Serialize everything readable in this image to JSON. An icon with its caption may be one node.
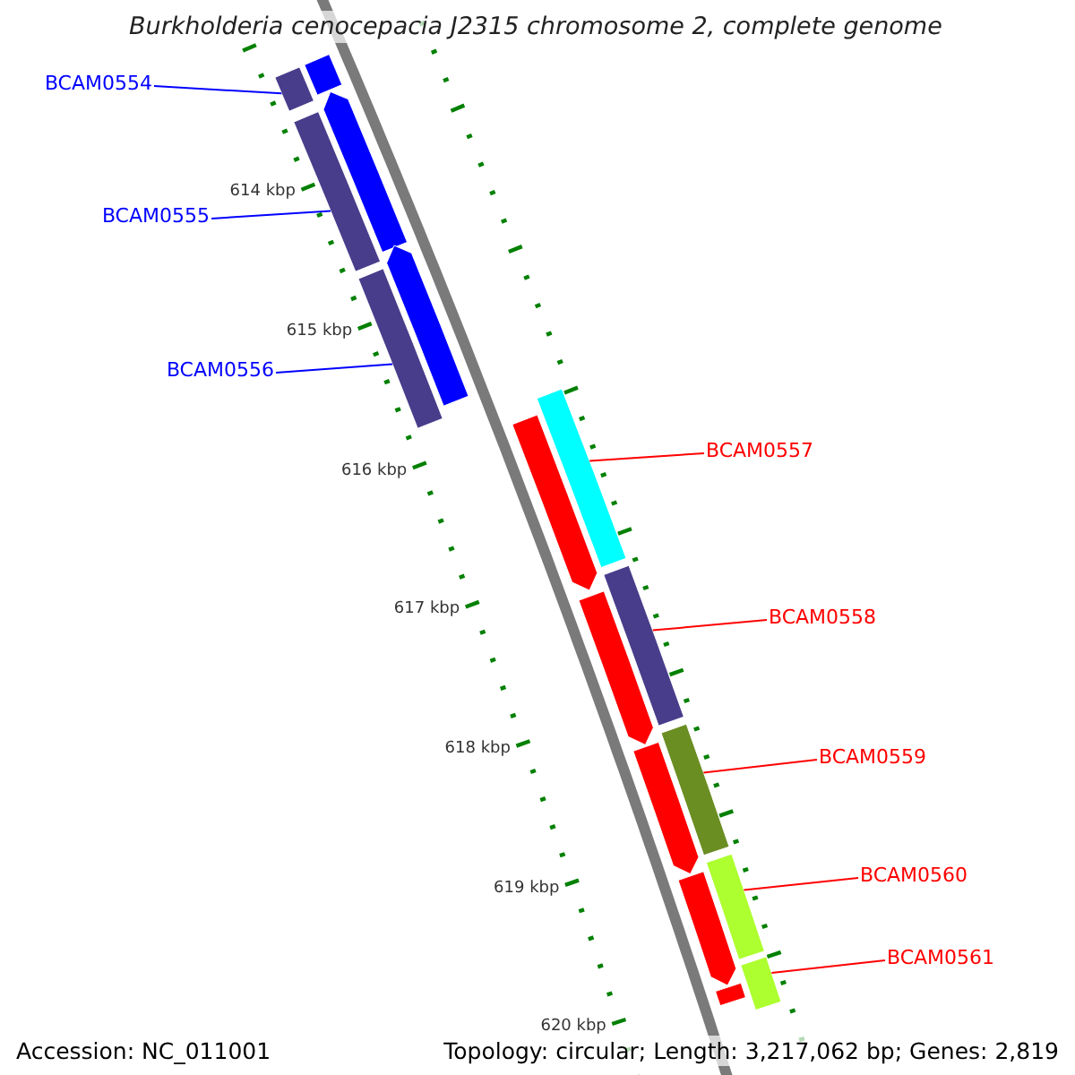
{
  "diagram": {
    "title": "Burkholderia cenocepacia J2315 chromosome 2, complete genome",
    "nodes": [
      {
        "text": [
          "BCAM0554"
        ]
      },
      {
        "text": [
          "BCAM0555"
        ]
      },
      {
        "text": [
          "BCAM0556"
        ]
      },
      {
        "text": [
          "BCAM0557"
        ]
      },
      {
        "text": [
          "BCAM0558"
        ]
      },
      {
        "text": [
          "BCAM0559"
        ]
      },
      {
        "text": [
          "BCAM0560"
        ]
      },
      {
        "text": [
          "BCAM0561"
        ]
      },
      {
        "text": [],
        "shape": "bar"
      },
      {
        "text": [],
        "shape": "bar"
      },
      {
        "text": [],
        "shape": "bar"
      },
      {
        "text": [],
        "shape": "bar"
      },
      {
        "text": [],
        "shape": "bar"
      },
      {
        "text": [],
        "shape": "bar"
      },
      {
        "text": [],
        "shape": "bar"
      },
      {
        "text": [],
        "shape": "bar"
      },
      {
        "text": [],
        "shape": "bar"
      },
      {
        "text": [],
        "shape": "bar"
      },
      {
        "text": [],
        "shape": "bar"
      },
      {
        "text": [],
        "shape": "bar"
      },
      {
        "text": [],
        "shape": "bar"
      },
      {
        "text": [],
        "shape": "bar"
      },
      {
        "text": [],
        "shape": "bar"
      },
      {
        "text": [],
        "shape": "bar"
      }
    ],
    "edges": [
      {
        "from": 0,
        "to": 8,
        "arrow": "none",
        "color": "#0000ff"
      },
      {
        "from": 1,
        "to": 9,
        "arrow": "none",
        "color": "#0000ff"
      },
      {
        "from": 2,
        "to": 10,
        "arrow": "none",
        "color": "#0000ff"
      },
      {
        "from": 3,
        "to": 11,
        "arrow": "none"
      },
      {
        "from": 4,
        "to": 12,
        "arrow": "none"
      },
      {
        "from": 5,
        "to": 13,
        "arrow": "none"
      },
      {
        "from": 6,
        "to": 14,
        "arrow": "none"
      },
      {
        "from": 7,
        "to": 15,
        "arrow": "none"
      }
    ],
    "labels": [
      "614 kbp",
      "615 kbp",
      "616 kbp",
      "617 kbp",
      "618 kbp",
      "619 kbp",
      "620 kbp",
      "Accession: NC_011001",
      "Topology: circular; Length: 3,217,062 bp; Genes: 2,819"
    ]
  }
}
